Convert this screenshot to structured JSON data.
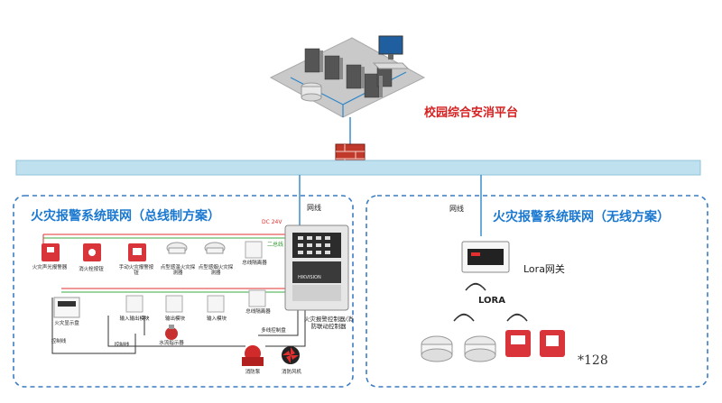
{
  "platform_label": "校园综合安消平台",
  "wired": {
    "title": "火灾报警系统联网（总线制方案）",
    "network_label": "网线",
    "dc_label": "DC 24V",
    "bus_label": "二总线",
    "controller_label": "火灾报警控制器/消防联动控制器",
    "controller_brand": "HIKVISION",
    "devices_row1": [
      "火灾声光报警器",
      "消火栓按钮",
      "手动火灾报警按钮",
      "点型感温火灾探测器",
      "点型感烟火灾探测器",
      "总线隔离器"
    ],
    "devices_row2": [
      "火灾显示盘",
      "输入输出模块",
      "输出模块",
      "输入模块",
      "总线隔离器"
    ],
    "water_flow_label": "水流指示器",
    "multi_line_label": "多线控制盘",
    "control_line_1": "控制线",
    "control_line_2": "控制线",
    "pump_label": "消防泵",
    "fan_label": "消防风机"
  },
  "wireless": {
    "title": "火灾报警系统联网（无线方案）",
    "network_label": "网线",
    "gateway_label": "Lora网关",
    "lora_label": "LORA",
    "count_label": "*128"
  },
  "colors": {
    "bus_blue": "#bfe0ef",
    "dashed_border": "#3a7cc2",
    "accent_red": "#d62020",
    "title_blue": "#1a78d0",
    "line_green": "#39a845",
    "line_red": "#e23030"
  }
}
